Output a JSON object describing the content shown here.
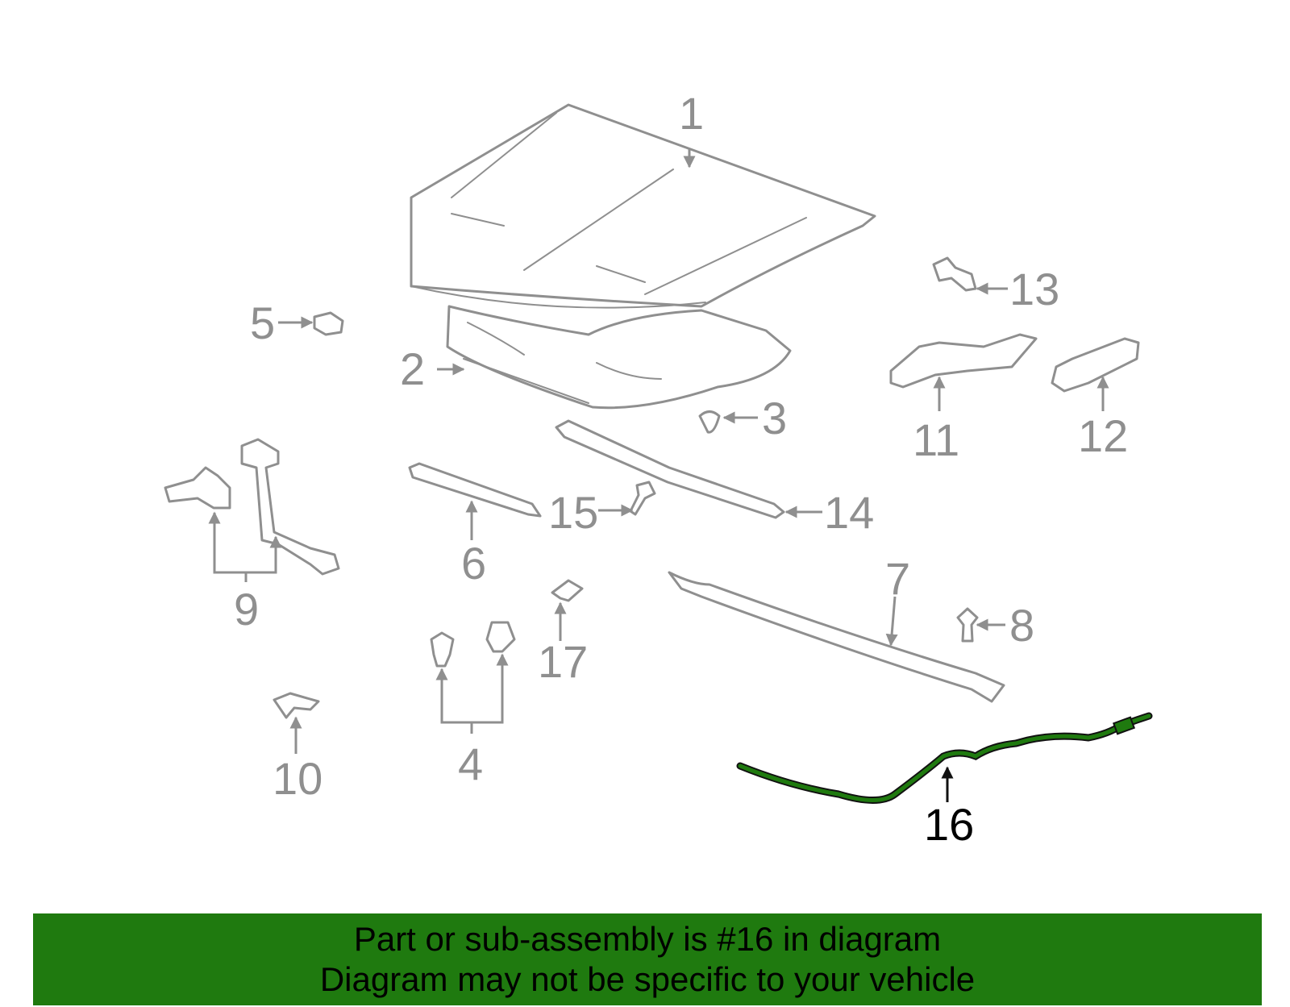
{
  "diagram": {
    "highlight_color": "#1f7a0f",
    "part_color": "#8f8f8f",
    "callouts": [
      {
        "id": "1",
        "label": "1"
      },
      {
        "id": "2",
        "label": "2"
      },
      {
        "id": "3",
        "label": "3"
      },
      {
        "id": "4",
        "label": "4"
      },
      {
        "id": "5",
        "label": "5"
      },
      {
        "id": "6",
        "label": "6"
      },
      {
        "id": "7",
        "label": "7"
      },
      {
        "id": "8",
        "label": "8"
      },
      {
        "id": "9",
        "label": "9"
      },
      {
        "id": "10",
        "label": "10"
      },
      {
        "id": "11",
        "label": "11"
      },
      {
        "id": "12",
        "label": "12"
      },
      {
        "id": "13",
        "label": "13"
      },
      {
        "id": "14",
        "label": "14"
      },
      {
        "id": "15",
        "label": "15"
      },
      {
        "id": "16",
        "label": "16",
        "highlighted": true
      },
      {
        "id": "17",
        "label": "17"
      }
    ]
  },
  "banner": {
    "background": "#1f7a0f",
    "line1": "Part or sub-assembly is #16 in diagram",
    "line2": "Diagram may not be specific to your vehicle"
  }
}
